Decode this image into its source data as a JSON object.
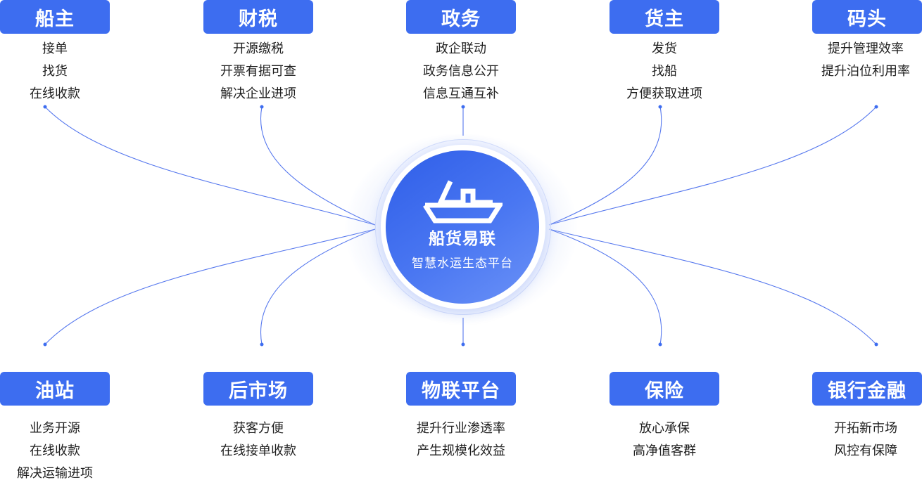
{
  "center": {
    "brand": "船货易联",
    "slogan": "智慧水运生态平台"
  },
  "top": [
    {
      "title": "船主",
      "items": [
        "接单",
        "找货",
        "在线收款"
      ]
    },
    {
      "title": "财税",
      "items": [
        "开源缴税",
        "开票有据可查",
        "解决企业进项"
      ]
    },
    {
      "title": "政务",
      "items": [
        "政企联动",
        "政务信息公开",
        "信息互通互补"
      ]
    },
    {
      "title": "货主",
      "items": [
        "发货",
        "找船",
        "方便获取进项"
      ]
    },
    {
      "title": "码头",
      "items": [
        "提升管理效率",
        "提升泊位利用率"
      ]
    }
  ],
  "bottom": [
    {
      "title": "油站",
      "items": [
        "业务开源",
        "在线收款",
        "解决运输进项"
      ]
    },
    {
      "title": "后市场",
      "items": [
        "获客方便",
        "在线接单收款"
      ]
    },
    {
      "title": "物联平台",
      "items": [
        "提升行业渗透率",
        "产生规模化效益"
      ]
    },
    {
      "title": "保险",
      "items": [
        "放心承保",
        "高净值客群"
      ]
    },
    {
      "title": "银行金融",
      "items": [
        "开拓新市场",
        "风控有保障"
      ]
    }
  ],
  "colors": {
    "tag": "#3d6df0",
    "line": "#4a6fe8",
    "hub": "#3a66ee"
  }
}
